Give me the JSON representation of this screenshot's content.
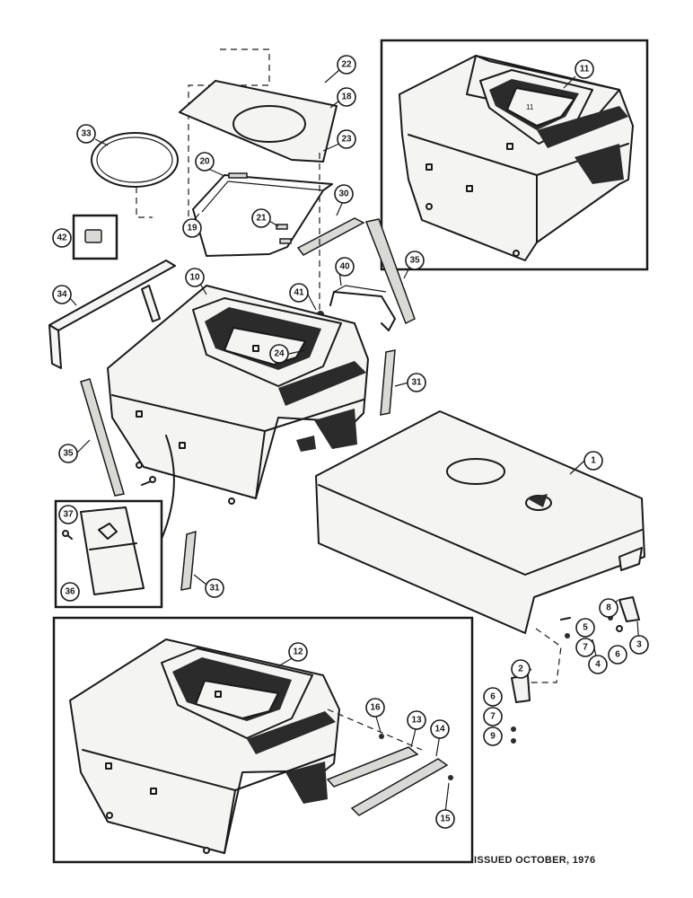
{
  "footer": {
    "issued": "ISSUED OCTOBER, 1976"
  },
  "part_labels": {
    "p1": "1",
    "p2": "2",
    "p3": "3",
    "p4": "4",
    "p5": "5",
    "p6a": "6",
    "p6b": "6",
    "p7a": "7",
    "p7b": "7",
    "p8": "8",
    "p9": "9",
    "p10": "10",
    "p11": "11",
    "p12": "12",
    "p13": "13",
    "p14": "14",
    "p15": "15",
    "p16": "16",
    "p18": "18",
    "p19": "19",
    "p20": "20",
    "p21": "21",
    "p22": "22",
    "p23": "23",
    "p24": "24",
    "p30": "30",
    "p31a": "31",
    "p31b": "31",
    "p33": "33",
    "p34": "34",
    "p35a": "35",
    "p35b": "35",
    "p36": "36",
    "p37": "37",
    "p40": "40",
    "p41": "41",
    "p42": "42"
  },
  "inline_marks": {
    "inset11": "11"
  }
}
